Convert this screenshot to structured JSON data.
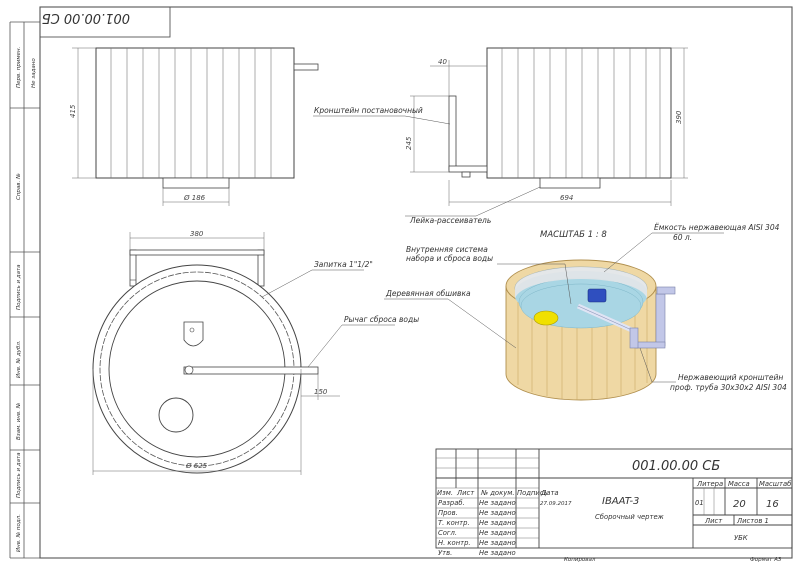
{
  "drawing": {
    "code": "001.00.00 СБ",
    "code_rotated": "001.00.00 СБ",
    "product": "IBAAT-3",
    "doc_type": "Сборочный чертеж",
    "scale_label": "МАСШТАБ 1 : 8"
  },
  "side_strip": [
    "Перв. примен.",
    "Не задано",
    "Справ. №",
    "Подпись и дата",
    "Инв. № дубл.",
    "Взам. инв. №",
    "Подпись и дата",
    "Инв. № подл."
  ],
  "dimensions": {
    "front_height": "415",
    "front_base_dia": "Ø 186",
    "side_bracket_offset": "40",
    "side_bracket_height": "245",
    "side_height": "390",
    "side_width": "694",
    "top_width": "380",
    "top_lever": "150",
    "top_dia": "Ø 625"
  },
  "callouts": {
    "bracket_fixed": "Кронштейн постановочный",
    "shower": "Лейка-рассеиватель",
    "fill_pipe": "Запитка 1\"1/2\"",
    "lever": "Рычаг сброса воды",
    "tank": "Ёмкость нержавеющая AISI 304",
    "tank_volume": "60 л.",
    "internal_system_1": "Внутренняя система",
    "internal_system_2": "набора и сброса воды",
    "wood_lining": "Деревянная обшивка",
    "steel_bracket_1": "Нержавеющий кронштейн",
    "steel_bracket_2": "проф. труба 30х30х2 AISI 304"
  },
  "title_block": {
    "rows": [
      {
        "role": "Разраб.",
        "name": "Не задано",
        "date": "27.09.2017"
      },
      {
        "role": "Пров.",
        "name": "Не задано",
        "date": ""
      },
      {
        "role": "Т. контр.",
        "name": "Не задано",
        "date": ""
      },
      {
        "role": "Согл.",
        "name": "Не задано",
        "date": ""
      },
      {
        "role": "Н. контр.",
        "name": "Не задано",
        "date": ""
      },
      {
        "role": "Утв.",
        "name": "Не задано",
        "date": ""
      }
    ],
    "head_izm": "Изм.",
    "head_list": "Лист",
    "head_ndoc": "№ докум.",
    "head_podp": "Подпись",
    "head_data": "Дата",
    "litera_label": "Литера",
    "massa_label": "Масса",
    "masshtab_label": "Масштаб",
    "litera": "01",
    "massa": "20",
    "masshtab": "16",
    "list_label": "Лист",
    "listov_label": "Листов 1",
    "org": "УБК",
    "copied": "Копировал",
    "format": "Формат А3"
  },
  "colors": {
    "wood": "#efd8a4",
    "wood_stroke": "#b08f4e",
    "water": "#a9d6e4",
    "tank_inner": "#eceeef",
    "steel": "#c2c7e8",
    "valve": "#2f4fbf",
    "float": "#f0e000"
  }
}
